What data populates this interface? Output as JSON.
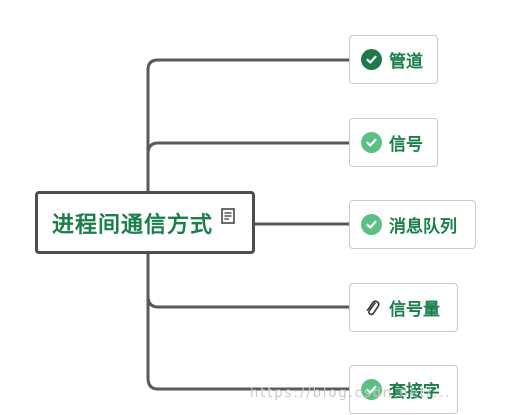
{
  "root": {
    "label": "进程间通信方式"
  },
  "children": [
    {
      "label": "管道",
      "icon": "check-circle-dark-icon"
    },
    {
      "label": "信号",
      "icon": "check-circle-icon"
    },
    {
      "label": "消息队列",
      "icon": "check-circle-icon"
    },
    {
      "label": "信号量",
      "icon": "paperclip-icon"
    },
    {
      "label": "套接字",
      "icon": "check-circle-icon"
    }
  ],
  "watermark": "https://blog.csdn.net/...",
  "colors": {
    "text": "#1a7f4a",
    "connector": "#595959",
    "check_dark": "#1f7a4a",
    "check_light": "#5cbf83"
  }
}
